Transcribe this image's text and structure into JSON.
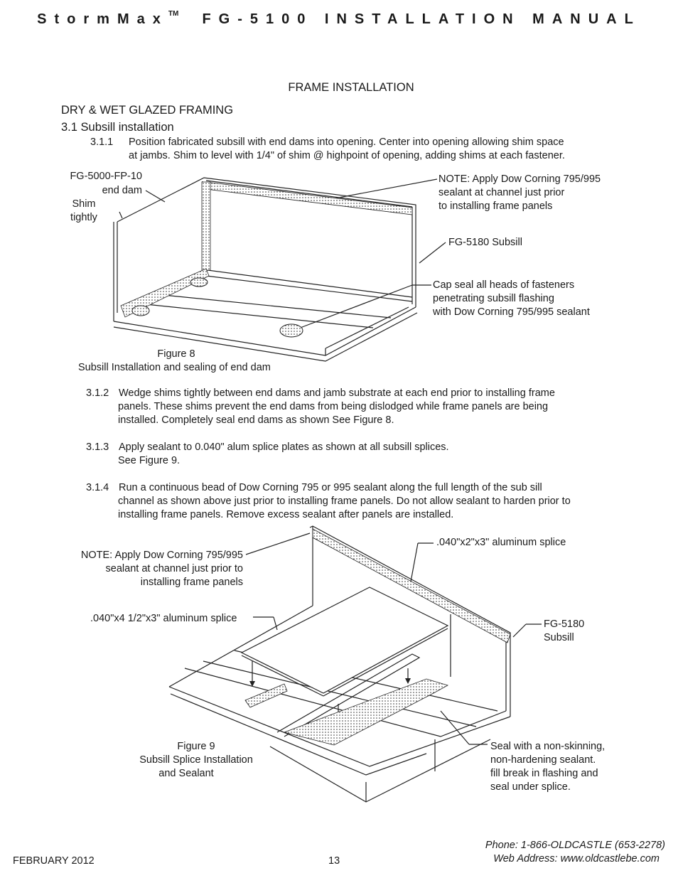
{
  "header": {
    "brand": "StormMax",
    "tm": "TM",
    "title": "FG-5100 INSTALLATION MANUAL"
  },
  "section_title": "FRAME INSTALLATION",
  "subheading": "DRY & WET GLAZED FRAMING",
  "section_31": "3.1 Subsill installation",
  "steps": {
    "s311_num": "3.1.1",
    "s311_l1": "Position fabricated subsill with end dams into opening. Center into opening allowing shim space",
    "s311_l2": "at jambs. Shim to level with 1/4\" of shim @ highpoint of opening, adding shims at each fastener.",
    "s312_num": "3.1.2",
    "s312_l1": "Wedge shims tightly between end dams and jamb substrate at each end prior to installing frame",
    "s312_l2": "panels. These shims prevent the end dams from being dislodged while frame panels are being",
    "s312_l3": "installed. Completely seal end dams as shown See Figure 8.",
    "s313_num": "3.1.3",
    "s313_l1": "Apply sealant to 0.040\" alum splice plates as shown at all subsill splices.",
    "s313_l2": "See Figure 9.",
    "s314_num": "3.1.4",
    "s314_l1": "Run a continuous bead of Dow Corning 795 or 995 sealant along the full length of the sub sill",
    "s314_l2": "channel as shown above just prior to installing frame panels. Do not allow sealant to harden prior to",
    "s314_l3": "installing frame panels. Remove excess sealant after panels are installed."
  },
  "figure8": {
    "label_enddam_1": "FG-5000-FP-10",
    "label_enddam_2": "end dam",
    "label_shim_1": "Shim",
    "label_shim_2": "tightly",
    "note_1": "NOTE: Apply Dow Corning 795/995",
    "note_2": "sealant at channel just prior",
    "note_3": "to installing frame panels",
    "subsill": "FG-5180 Subsill",
    "cap_1": "Cap seal all heads of fasteners",
    "cap_2": "penetrating subsill flashing",
    "cap_3": "with Dow Corning 795/995 sealant",
    "caption_1": "Figure 8",
    "caption_2": "Subsill Installation and sealing of end dam"
  },
  "figure9": {
    "note_1": "NOTE: Apply Dow Corning 795/995",
    "note_2": "sealant at channel just prior to",
    "note_3": "installing frame panels",
    "splice_small": ".040\"x2\"x3\"  aluminum splice",
    "splice_large": ".040\"x4 1/2\"x3\" aluminum splice",
    "subsill_1": "FG-5180",
    "subsill_2": "Subsill",
    "seal_1": "Seal with a non-skinning,",
    "seal_2": "non-hardening sealant.",
    "seal_3": "fill break in flashing and",
    "seal_4": "seal under splice.",
    "caption_1": "Figure 9",
    "caption_2": "Subsill Splice Installation",
    "caption_3": "and Sealant"
  },
  "footer": {
    "date": "FEBRUARY 2012",
    "page": "13",
    "phone": "Phone: 1-866-OLDCASTLE (653-2278)",
    "web": "Web Address: www.oldcastlebe.com"
  }
}
